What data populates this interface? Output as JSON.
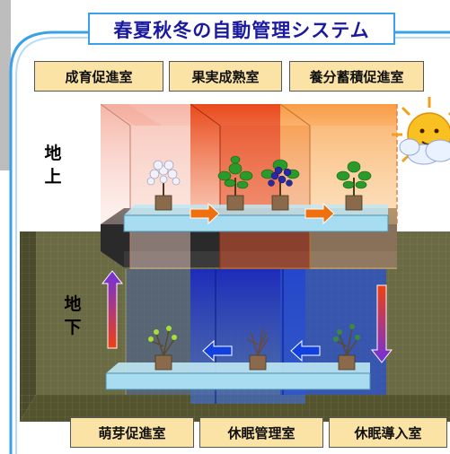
{
  "title": "春夏秋冬の自動管理システム",
  "above_ground_label": [
    "地",
    "上"
  ],
  "below_ground_label": [
    "地",
    "下"
  ],
  "rooms_top": [
    {
      "label": "成育促進室"
    },
    {
      "label": "果実成熟室"
    },
    {
      "label": "養分蓄積促進室"
    }
  ],
  "rooms_bottom": [
    {
      "label": "萌芽促進室"
    },
    {
      "label": "休眠管理室"
    },
    {
      "label": "休眠導入室"
    }
  ],
  "colors": {
    "title_text": "#1a1aa0",
    "frame_border": "#3aa0e8",
    "label_fill": "#fbe3a6",
    "arrow_orange": "#f07010",
    "arrow_blue": "#1040e0",
    "room_red": "#e84010",
    "room_orange": "#f8a040",
    "room_pink": "#f4b0a0",
    "underground_olive": "#5a5a38",
    "underground_blue": "#1c30b0"
  },
  "icons": [
    "sun-cloud-icon",
    "plant-icon",
    "flow-arrow-icon"
  ]
}
